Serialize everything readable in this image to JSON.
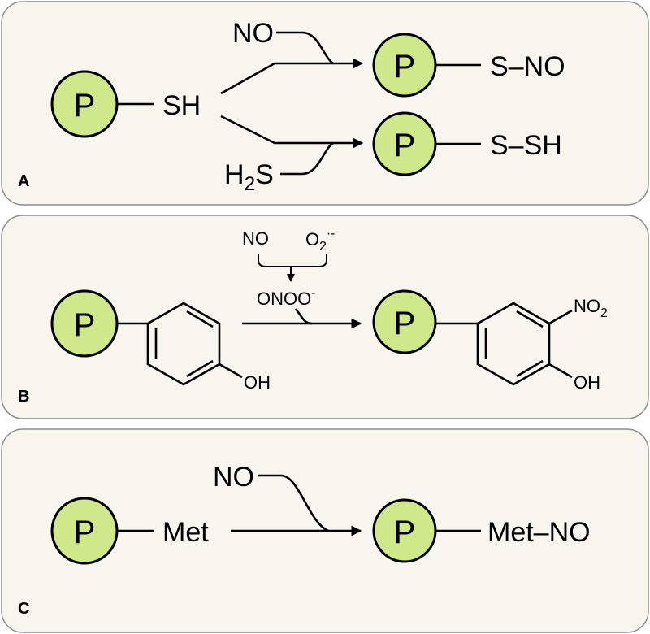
{
  "panels": {
    "a": {
      "letter": "A",
      "protein": "P",
      "substrate": "SH",
      "reagent_top": "NO",
      "reagent_bottom_main": "H",
      "reagent_bottom_sub": "2",
      "reagent_bottom_tail": "S",
      "product_top": "S–NO",
      "product_bottom": "S–SH"
    },
    "b": {
      "letter": "B",
      "protein": "P",
      "reagent_no": "NO",
      "reagent_o2_main": "O",
      "reagent_o2_sub": "2",
      "reagent_o2_sup": "·-",
      "intermediate_main": "ONOO",
      "intermediate_sup": "-",
      "oh_left": "OH",
      "oh_right": "OH",
      "no2_main": "NO",
      "no2_sub": "2"
    },
    "c": {
      "letter": "C",
      "protein": "P",
      "substrate": "Met",
      "reagent": "NO",
      "product": "Met–NO"
    }
  },
  "colors": {
    "panel_bg": "#f7f5ee",
    "node_fill": "#cfe98a"
  }
}
